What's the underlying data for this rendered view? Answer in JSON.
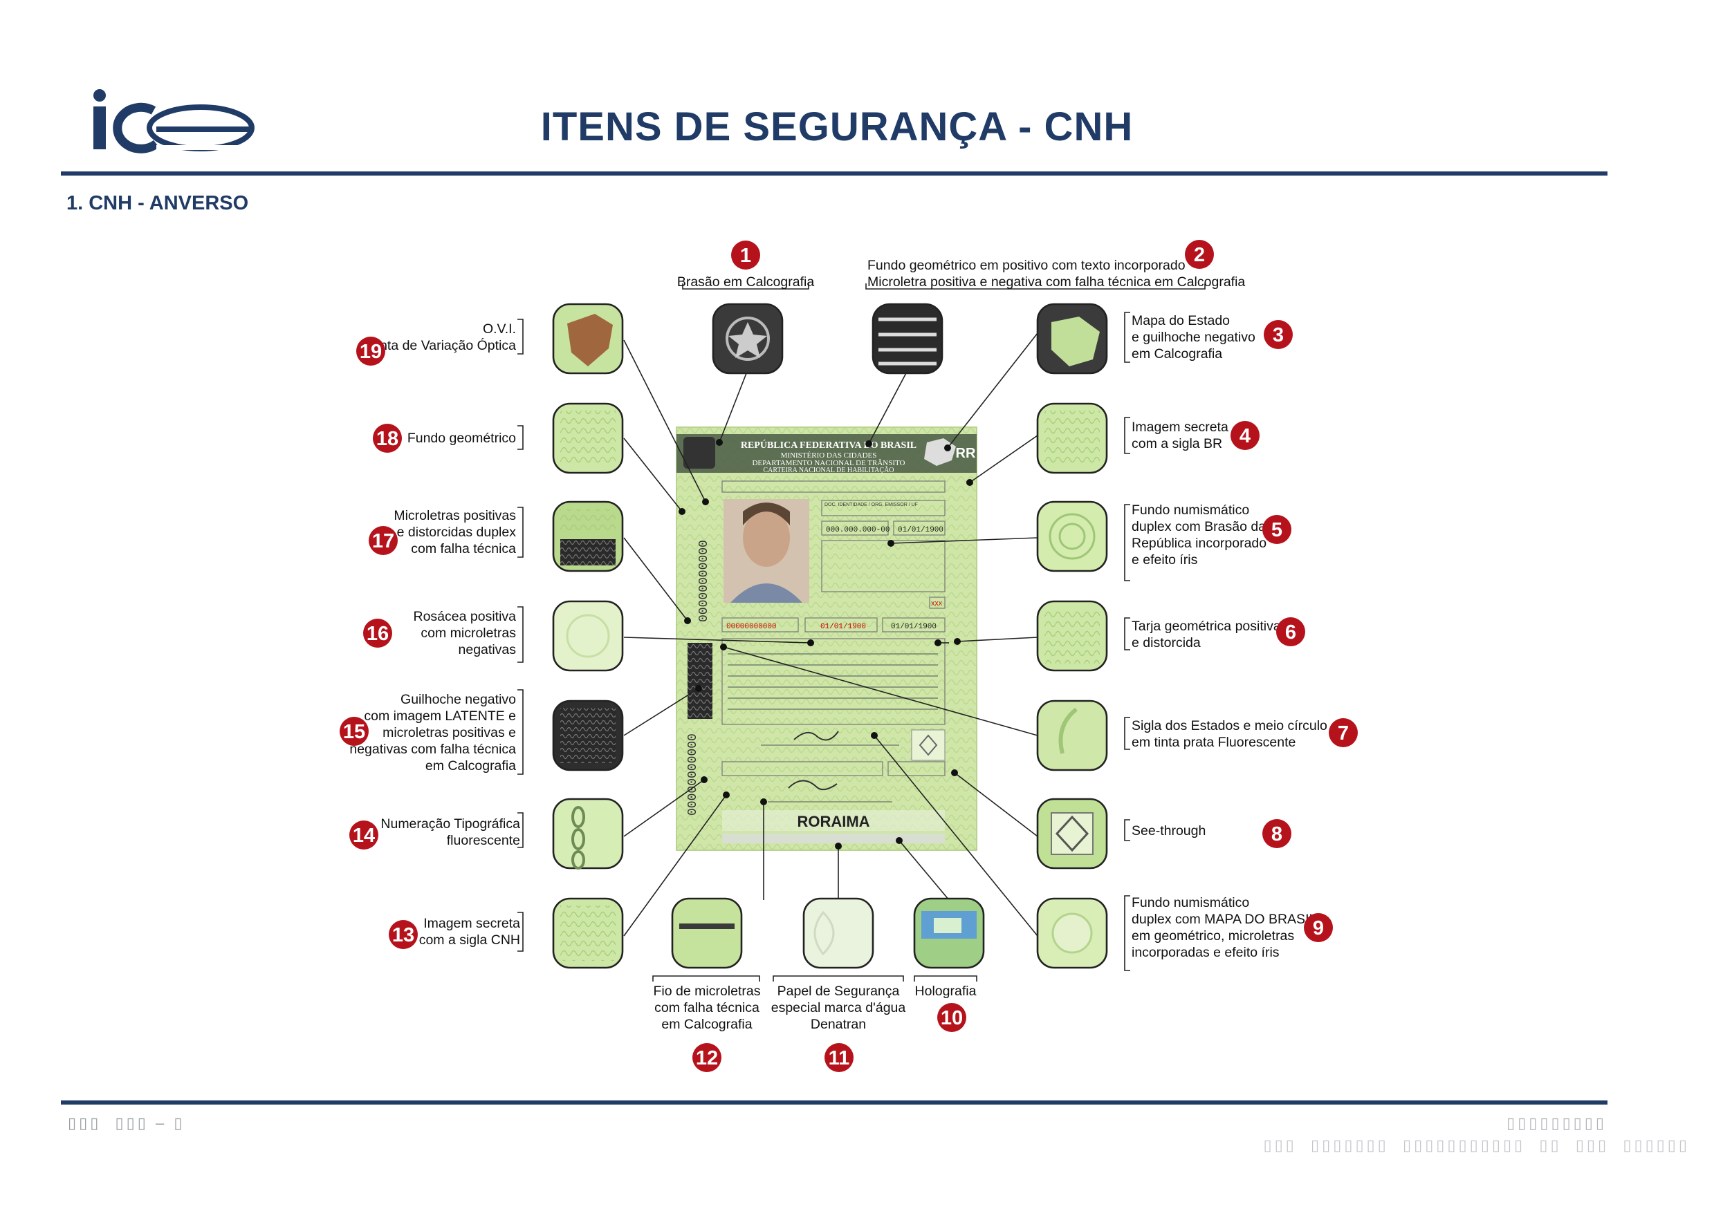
{
  "header": {
    "title": "ITENS DE SEGURANÇA - CNH",
    "section": "1.  CNH - ANVERSO",
    "logo_text": "ice"
  },
  "card": {
    "republic": "REPÚBLICA FEDERATIVA DO BRASIL",
    "ministry": "MINISTÉRIO DAS CIDADES",
    "department": "DEPARTAMENTO NACIONAL DE TRÂNSITO",
    "doc_name": "CARTEIRA NACIONAL DE HABILITAÇÃO",
    "uf": "RR",
    "state": "RORAIMA",
    "registro": "00000000000",
    "validade": "01/01/1900",
    "primeira_hab": "01/01/1900",
    "doc_id_label": "DOC. IDENTIDADE / ORG. EMISSOR / UF",
    "cpf": "000.000.000-00",
    "birth": "01/01/1900",
    "cat": "XXX",
    "side_numbers": "00000000000"
  },
  "items": [
    {
      "n": "1",
      "text": [
        "Brasão em Calcografia"
      ]
    },
    {
      "n": "2",
      "text": [
        "Fundo geométrico em positivo com texto incorporado",
        "Microletra positiva e negativa com falha técnica em Calcografia"
      ]
    },
    {
      "n": "3",
      "text": [
        "Mapa do Estado",
        "e guilhoche negativo",
        "em Calcografia"
      ]
    },
    {
      "n": "4",
      "text": [
        "Imagem secreta",
        "com a sigla BR"
      ]
    },
    {
      "n": "5",
      "text": [
        "Fundo numismático",
        "duplex com Brasão da",
        "República incorporado",
        "e efeito íris"
      ]
    },
    {
      "n": "6",
      "text": [
        "Tarja geométrica positiva",
        "e distorcida"
      ]
    },
    {
      "n": "7",
      "text": [
        "Sigla dos Estados e meio círculo",
        "em tinta prata Fluorescente"
      ]
    },
    {
      "n": "8",
      "text": [
        "See-through"
      ]
    },
    {
      "n": "9",
      "text": [
        "Fundo numismático",
        "duplex com MAPA DO BRASIL",
        "em geométrico, microletras",
        "incorporadas e efeito íris"
      ]
    },
    {
      "n": "10",
      "text": [
        "Holografia"
      ]
    },
    {
      "n": "11",
      "text": [
        "Papel de Segurança",
        "especial marca d'água",
        "Denatran"
      ]
    },
    {
      "n": "12",
      "text": [
        "Fio de microletras",
        "com falha técnica",
        "em Calcografia"
      ]
    },
    {
      "n": "13",
      "text": [
        "Imagem secreta",
        "com a sigla CNH"
      ]
    },
    {
      "n": "14",
      "text": [
        "Numeração Tipográfica",
        "fluorescente"
      ]
    },
    {
      "n": "15",
      "text": [
        "Guilhoche negativo",
        "com imagem LATENTE e",
        "microletras positivas e",
        "negativas com falha técnica",
        "em Calcografia"
      ]
    },
    {
      "n": "16",
      "text": [
        "Rosácea positiva",
        "com microletras",
        "negativas"
      ]
    },
    {
      "n": "17",
      "text": [
        "Microletras positivas",
        "e distorcidas duplex",
        "com falha técnica"
      ]
    },
    {
      "n": "18",
      "text": [
        "Fundo geométrico"
      ]
    },
    {
      "n": "19",
      "text": [
        "O.V.I.",
        "Tinta de Variação Óptica"
      ]
    }
  ],
  "colors": {
    "navy": "#1f3b66",
    "badge_red": "#b5121b",
    "card_green": "#cfe6a8"
  }
}
